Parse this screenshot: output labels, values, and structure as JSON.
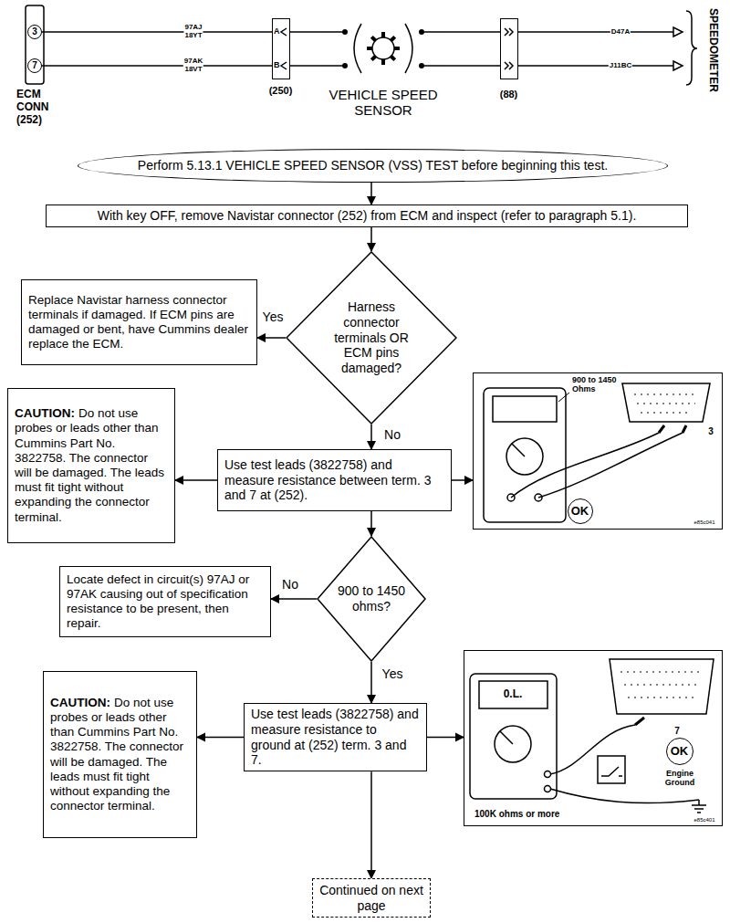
{
  "diagram": {
    "nodes": [
      {
        "text": [
          "ECM CONN (252)"
        ]
      },
      {
        "text": [
          "3"
        ],
        "in": 0
      },
      {
        "text": [
          "7"
        ],
        "in": 0
      },
      {
        "text": [
          "A",
          "B",
          "(250)"
        ]
      },
      {
        "text": [
          "VEHICLE SPEED SENSOR"
        ]
      },
      {
        "text": [
          "(88)"
        ]
      },
      {
        "text": [
          "Perform 5.13.1 VEHICLE SPEED SENSOR (VSS) TEST before beginning this test."
        ]
      },
      {
        "text": [
          "With key OFF, remove Navistar connector (252) from ECM and inspect (refer to paragraph 5.1)."
        ]
      },
      {
        "text": [
          "Harness connector terminals OR ECM pins damaged?"
        ]
      },
      {
        "text": [
          "Replace Navistar harness connector terminals if damaged. If ECM pins are damaged or bent, have Cummins dealer replace the ECM."
        ]
      },
      {
        "text": [
          "CAUTION:",
          "Do not use probes or leads other than Cummins Part No. 3822758. The connector will be damaged. The leads must fit tight without expanding the connector terminal."
        ]
      },
      {
        "text": [
          "Use test leads (3822758) and measure resistance between term. 3 and 7 at (252)."
        ]
      },
      {
        "text": [
          "900 to 1450 Ohms"
        ]
      },
      {
        "text": [
          "OK"
        ],
        "in": 12
      },
      {
        "text": [
          "Locate defect in circuit(s) 97AJ or 97AK causing out of specification resistance to be present, then repair."
        ]
      },
      {
        "text": [
          "900 to 1450 ohms?"
        ]
      },
      {
        "text": [
          "CAUTION:",
          "Do not use probes or leads other than Cummins Part No. 3822758. The connector will be damaged. The leads must fit tight without expanding the connector terminal."
        ]
      },
      {
        "text": [
          "Use test leads (3822758) and measure resistance to ground at (252) term. 3 and 7."
        ]
      },
      {
        "text": [
          "100K ohms or more"
        ]
      },
      {
        "text": [
          "OK"
        ],
        "in": 18
      },
      {
        "text": [
          "Continued on next page"
        ]
      }
    ],
    "edges": [
      {
        "from": 1,
        "to": 3,
        "arrow": "none",
        "label": "97AJ 18YT"
      },
      {
        "from": 2,
        "to": 3,
        "arrow": "none",
        "label": "97AK 18VT"
      },
      {
        "from": 3,
        "to": 4,
        "arrow": "none"
      },
      {
        "from": 3,
        "to": 4,
        "arrow": "none"
      },
      {
        "from": 4,
        "to": 5,
        "arrow": "none"
      },
      {
        "from": 4,
        "to": 5,
        "arrow": "none"
      },
      {
        "from": 6,
        "to": 7,
        "arrow": "to"
      },
      {
        "from": 7,
        "to": 8,
        "arrow": "to"
      },
      {
        "from": 8,
        "to": 9,
        "arrow": "to",
        "label": "Yes"
      },
      {
        "from": 8,
        "to": 11,
        "arrow": "to",
        "label": "No"
      },
      {
        "from": 11,
        "to": 10,
        "arrow": "to"
      },
      {
        "from": 11,
        "to": 12,
        "arrow": "to"
      },
      {
        "from": 11,
        "to": 15,
        "arrow": "to"
      },
      {
        "from": 15,
        "to": 14,
        "arrow": "to",
        "label": "No"
      },
      {
        "from": 15,
        "to": 17,
        "arrow": "to",
        "label": "Yes"
      },
      {
        "from": 17,
        "to": 16,
        "arrow": "to"
      },
      {
        "from": 17,
        "to": 18,
        "arrow": "to"
      },
      {
        "from": 17,
        "to": 20,
        "arrow": "to"
      }
    ],
    "labels": [
      "D47A",
      "J11BC",
      "SPEEDOMETER",
      "3",
      "e85c041",
      "0.L.",
      "7",
      "Engine Ground",
      "e85c401"
    ]
  }
}
